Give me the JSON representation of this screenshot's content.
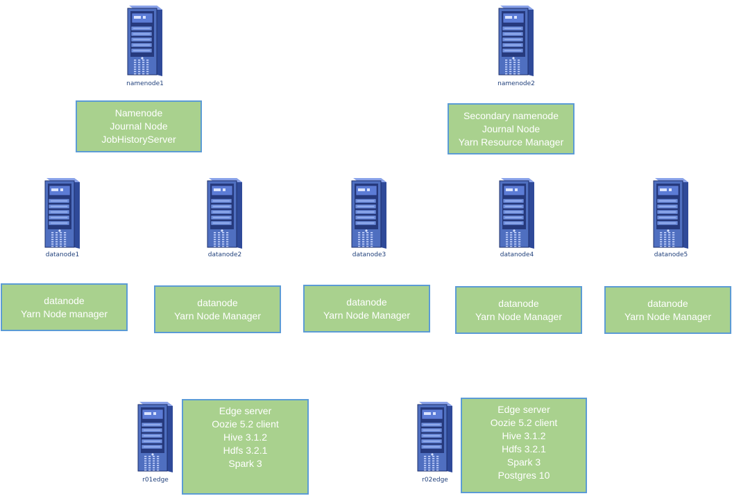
{
  "servers": [
    {
      "id": "namenode1",
      "label": "namenode1"
    },
    {
      "id": "namenode2",
      "label": "namenode2"
    },
    {
      "id": "datanode1",
      "label": "datanode1"
    },
    {
      "id": "datanode2",
      "label": "datanode2"
    },
    {
      "id": "datanode3",
      "label": "datanode3"
    },
    {
      "id": "datanode4",
      "label": "datanode4"
    },
    {
      "id": "datanode5",
      "label": "datanode5"
    },
    {
      "id": "r01edge",
      "label": "r01edge"
    },
    {
      "id": "r02edge",
      "label": "r02edge"
    }
  ],
  "boxes": {
    "namenode1": [
      "Namenode",
      "Journal Node",
      "JobHistoryServer"
    ],
    "namenode2": [
      "Secondary namenode",
      "Journal Node",
      "Yarn Resource Manager"
    ],
    "datanode1": [
      "datanode",
      "Yarn Node manager"
    ],
    "datanode2": [
      "datanode",
      "Yarn Node Manager"
    ],
    "datanode3": [
      "datanode",
      "Yarn Node Manager"
    ],
    "datanode4": [
      "datanode",
      "Yarn Node Manager"
    ],
    "datanode5": [
      "datanode",
      "Yarn Node Manager"
    ],
    "r01edge": [
      "Edge server",
      "Oozie 5.2 client",
      "Hive 3.1.2",
      "Hdfs 3.2.1",
      "Spark 3"
    ],
    "r02edge": [
      "Edge server",
      "Oozie 5.2 client",
      "Hive 3.1.2",
      "Hdfs 3.2.1",
      "Spark 3",
      "Postgres 10"
    ]
  },
  "colors": {
    "box_fill": "#a9d18e",
    "box_border": "#5b9bd5",
    "box_text": "#ffffff",
    "server_body": "#4f6fc0",
    "label_text": "#1f3f7a"
  }
}
